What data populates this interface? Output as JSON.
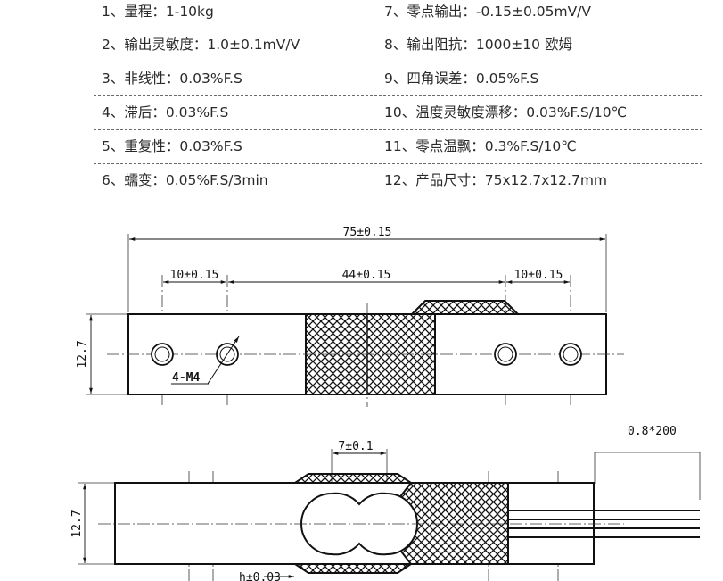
{
  "specs": [
    {
      "left": "1、量程：1-10kg",
      "right": "7、零点输出：-0.15±0.05mV/V"
    },
    {
      "left": "2、输出灵敏度：1.0±0.1mV/V",
      "right": "8、输出阻抗：1000±10 欧姆"
    },
    {
      "left": "3、非线性：0.03%F.S",
      "right": "9、四角误差：0.05%F.S"
    },
    {
      "left": "4、滞后：0.03%F.S",
      "right": "10、温度灵敏度漂移：0.03%F.S/10℃"
    },
    {
      "left": "5、重复性：0.03%F.S",
      "right": "11、零点温飘：0.3%F.S/10℃"
    },
    {
      "left": "6、蠕变：0.05%F.S/3min",
      "right": "12、产品尺寸：75x12.7x12.7mm"
    }
  ],
  "drawing": {
    "overall_length": "75±0.15",
    "left_offset": "10±0.15",
    "center_length": "44±0.15",
    "right_offset": "10±0.15",
    "height_top": "12.7",
    "hole_note": "4-M4",
    "cable_spec": "0.8*200",
    "gap_width": "7±0.1",
    "height_side": "12.7",
    "bottom_tol": "h±0.03"
  }
}
